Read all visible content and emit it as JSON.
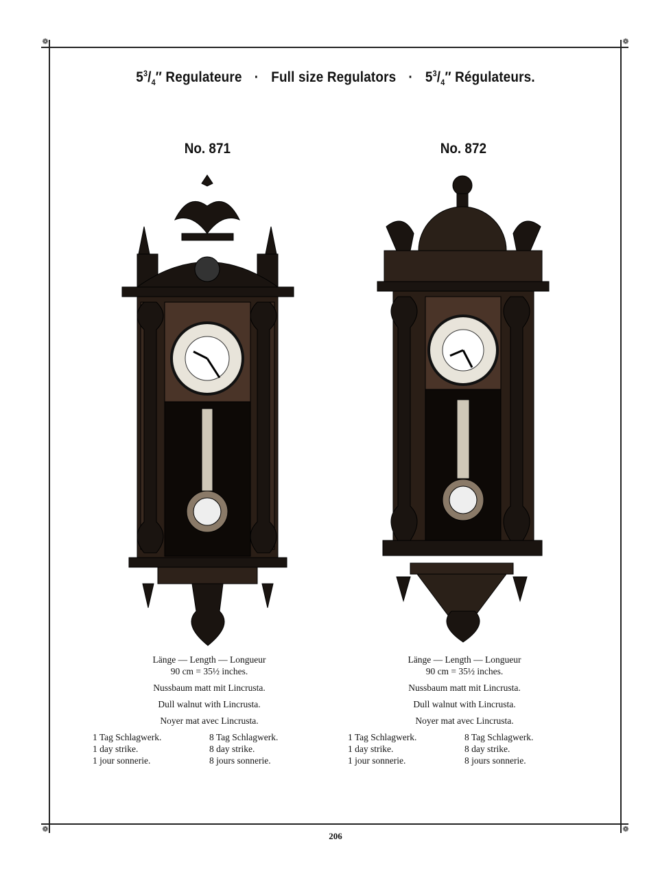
{
  "header": {
    "title_prefix_whole": "5",
    "title_prefix_num": "3",
    "title_prefix_den": "4",
    "title_de": "Regulateure",
    "title_en": "Full size Regulators",
    "title_fr": "Régulateurs.",
    "separator": "·"
  },
  "clocks": [
    {
      "number": "No. 871",
      "length_line": "Länge — Length — Longueur",
      "size_line": "90 cm = 35½ inches.",
      "material_de": "Nussbaum matt mit Lincrusta.",
      "material_en": "Dull walnut with Lincrusta.",
      "material_fr": "Noyer mat avec Lincrusta.",
      "strike_1": [
        "1 Tag Schlagwerk.",
        "1 day strike.",
        "1 jour sonnerie."
      ],
      "strike_8": [
        "8 Tag Schlagwerk.",
        "8 day strike.",
        "8 jours sonnerie."
      ]
    },
    {
      "number": "No. 872",
      "length_line": "Länge — Length — Longueur",
      "size_line": "90 cm = 35½ inches.",
      "material_de": "Nussbaum matt mit Lincrusta.",
      "material_en": "Dull walnut with Lincrusta.",
      "material_fr": "Noyer mat avec Lincrusta.",
      "strike_1": [
        "1 Tag Schlagwerk.",
        "1 day strike.",
        "1 jour sonnerie."
      ],
      "strike_8": [
        "8 Tag Schlagwerk.",
        "8 day strike.",
        "8 jours sonnerie."
      ]
    }
  ],
  "page_number": "206"
}
